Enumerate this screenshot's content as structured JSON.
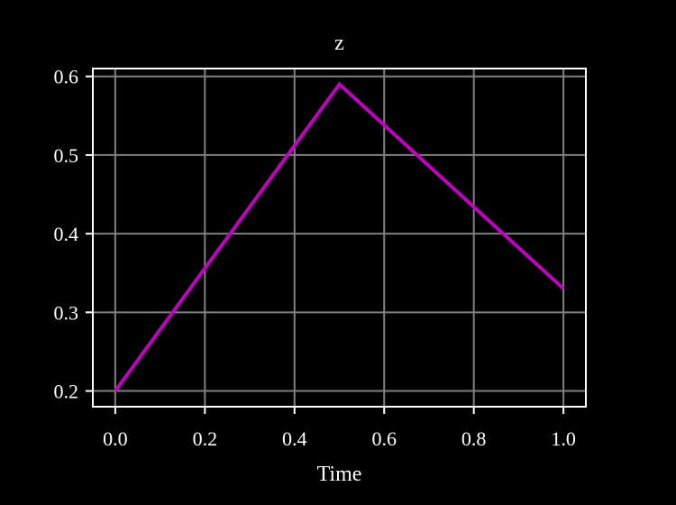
{
  "chart_data": {
    "type": "line",
    "title": "z",
    "xlabel": "Time",
    "ylabel": "",
    "x": [
      0.0,
      0.5,
      1.0
    ],
    "series": [
      {
        "values": [
          0.2,
          0.59,
          0.33
        ]
      }
    ],
    "xlim": [
      -0.05,
      1.05
    ],
    "ylim": [
      0.18,
      0.61
    ],
    "xticks": [
      0.0,
      0.2,
      0.4,
      0.6,
      0.8,
      1.0
    ],
    "xtick_labels": [
      "0.0",
      "0.2",
      "0.4",
      "0.6",
      "0.8",
      "1.0"
    ],
    "yticks": [
      0.2,
      0.3,
      0.4,
      0.5,
      0.6
    ],
    "ytick_labels": [
      "0.2",
      "0.3",
      "0.4",
      "0.5",
      "0.6"
    ],
    "grid": true,
    "colors": {
      "background": "#000000",
      "axes": "#ffffff",
      "grid": "#808080",
      "line": "#bf00bf"
    }
  }
}
